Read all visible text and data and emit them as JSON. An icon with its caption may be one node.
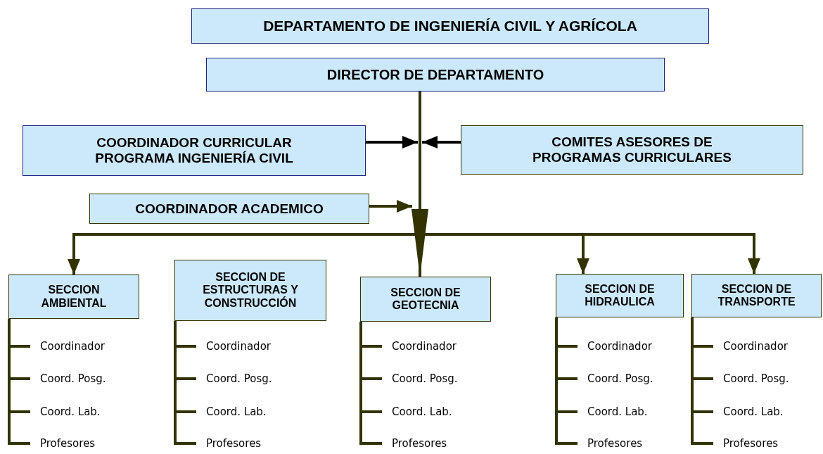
{
  "diagram": {
    "nodes": [
      {
        "text": [
          "DEPARTAMENTO DE INGENIERÍA CIVIL Y AGRÍCOLA"
        ]
      },
      {
        "text": [
          "DIRECTOR DE DEPARTAMENTO"
        ]
      },
      {
        "text": [
          "COORDINADOR CURRICULAR PROGRAMA INGENIERÍA CIVIL"
        ]
      },
      {
        "text": [
          "COMITES ASESORES DE PROGRAMAS CURRICULARES"
        ]
      },
      {
        "text": [
          "COORDINADOR ACADEMICO"
        ]
      },
      {
        "text": [
          "SECCION AMBIENTAL"
        ]
      },
      {
        "text": [
          "SECCION DE ESTRUCTURAS Y CONSTRUCCIÓN"
        ]
      },
      {
        "text": [
          "SECCION DE GEOTECNIA"
        ]
      },
      {
        "text": [
          "SECCION DE HIDRAULICA"
        ]
      },
      {
        "text": [
          "SECCION DE TRANSPORTE"
        ]
      },
      {
        "text": [
          "Coordinador"
        ]
      },
      {
        "text": [
          "Coord. Posg."
        ]
      },
      {
        "text": [
          "Coord. Lab."
        ]
      },
      {
        "text": [
          "Profesores"
        ]
      },
      {
        "text": [
          "Coordinador"
        ]
      },
      {
        "text": [
          "Coord. Posg."
        ]
      },
      {
        "text": [
          "Coord. Lab."
        ]
      },
      {
        "text": [
          "Profesores"
        ]
      },
      {
        "text": [
          "Coordinador"
        ]
      },
      {
        "text": [
          "Coord. Posg."
        ]
      },
      {
        "text": [
          "Coord. Lab."
        ]
      },
      {
        "text": [
          "Profesores"
        ]
      },
      {
        "text": [
          "Coordinador"
        ]
      },
      {
        "text": [
          "Coord. Posg."
        ]
      },
      {
        "text": [
          "Coord. Lab."
        ]
      },
      {
        "text": [
          "Profesores"
        ]
      },
      {
        "text": [
          "Coordinador"
        ]
      },
      {
        "text": [
          "Coord. Posg."
        ]
      },
      {
        "text": [
          "Coord. Lab."
        ]
      },
      {
        "text": [
          "Profesores"
        ]
      }
    ],
    "edges": [
      {
        "from": 1,
        "to": 5,
        "arrow": "to"
      },
      {
        "from": 1,
        "to": 7,
        "arrow": "to"
      },
      {
        "from": 1,
        "to": 8,
        "arrow": "to"
      },
      {
        "from": 1,
        "to": 9,
        "arrow": "to"
      },
      {
        "from": 2,
        "to": null,
        "arrow": "to",
        "color": "#000000"
      },
      {
        "from": 3,
        "to": null,
        "arrow": "to",
        "color": "#000000"
      },
      {
        "from": 4,
        "to": null,
        "arrow": "to"
      },
      {
        "from": 5,
        "to": 10,
        "arrow": "none"
      },
      {
        "from": 5,
        "to": 11,
        "arrow": "none"
      },
      {
        "from": 5,
        "to": 12,
        "arrow": "none"
      },
      {
        "from": 5,
        "to": 13,
        "arrow": "none"
      },
      {
        "from": 6,
        "to": 14,
        "arrow": "none"
      },
      {
        "from": 6,
        "to": 15,
        "arrow": "none"
      },
      {
        "from": 6,
        "to": 16,
        "arrow": "none"
      },
      {
        "from": 6,
        "to": 17,
        "arrow": "none"
      },
      {
        "from": 7,
        "to": 18,
        "arrow": "none"
      },
      {
        "from": 7,
        "to": 19,
        "arrow": "none"
      },
      {
        "from": 7,
        "to": 20,
        "arrow": "none"
      },
      {
        "from": 7,
        "to": 21,
        "arrow": "none"
      },
      {
        "from": 8,
        "to": 22,
        "arrow": "none"
      },
      {
        "from": 8,
        "to": 23,
        "arrow": "none"
      },
      {
        "from": 8,
        "to": 24,
        "arrow": "none"
      },
      {
        "from": 8,
        "to": 25,
        "arrow": "none"
      },
      {
        "from": 9,
        "to": 26,
        "arrow": "none"
      },
      {
        "from": 9,
        "to": 27,
        "arrow": "none"
      },
      {
        "from": 9,
        "to": 28,
        "arrow": "none"
      },
      {
        "from": 9,
        "to": 29,
        "arrow": "none"
      }
    ]
  }
}
